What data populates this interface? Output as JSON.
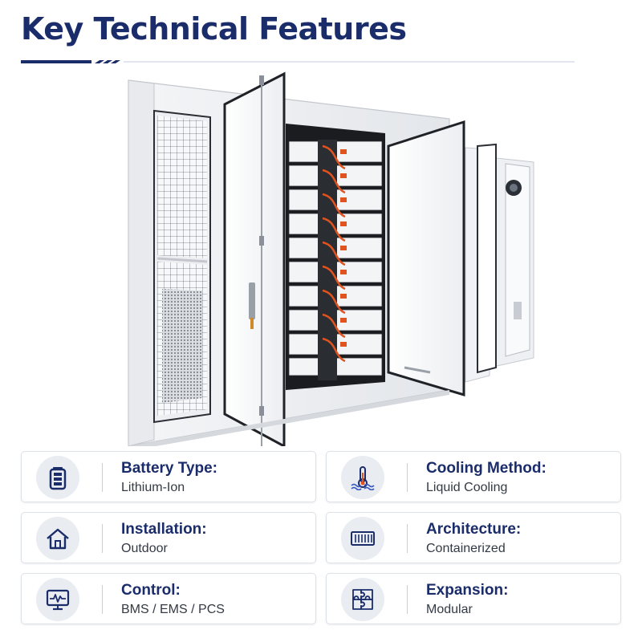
{
  "header": {
    "title": "Key Technical Features"
  },
  "colors": {
    "brand_navy": "#1b2c6b",
    "accent_blue": "#3a5bbf",
    "card_border": "#dde1e8",
    "icon_bg": "#e9ecf1",
    "battery_cable_orange": "#e0531f"
  },
  "hero": {
    "image_subject": "battery-storage-cabinet-icon"
  },
  "features": [
    {
      "icon": "battery-icon",
      "label": "Battery Type:",
      "value": "Lithium-Ion"
    },
    {
      "icon": "thermometer-cooling-icon",
      "label": "Cooling Method:",
      "value": "Liquid Cooling"
    },
    {
      "icon": "house-icon",
      "label": "Installation:",
      "value": "Outdoor"
    },
    {
      "icon": "shipping-container-icon",
      "label": "Architecture:",
      "value": "Containerized"
    },
    {
      "icon": "monitor-pulse-icon",
      "label": "Control:",
      "value": "BMS / EMS / PCS"
    },
    {
      "icon": "puzzle-icon",
      "label": "Expansion:",
      "value": "Modular"
    }
  ]
}
